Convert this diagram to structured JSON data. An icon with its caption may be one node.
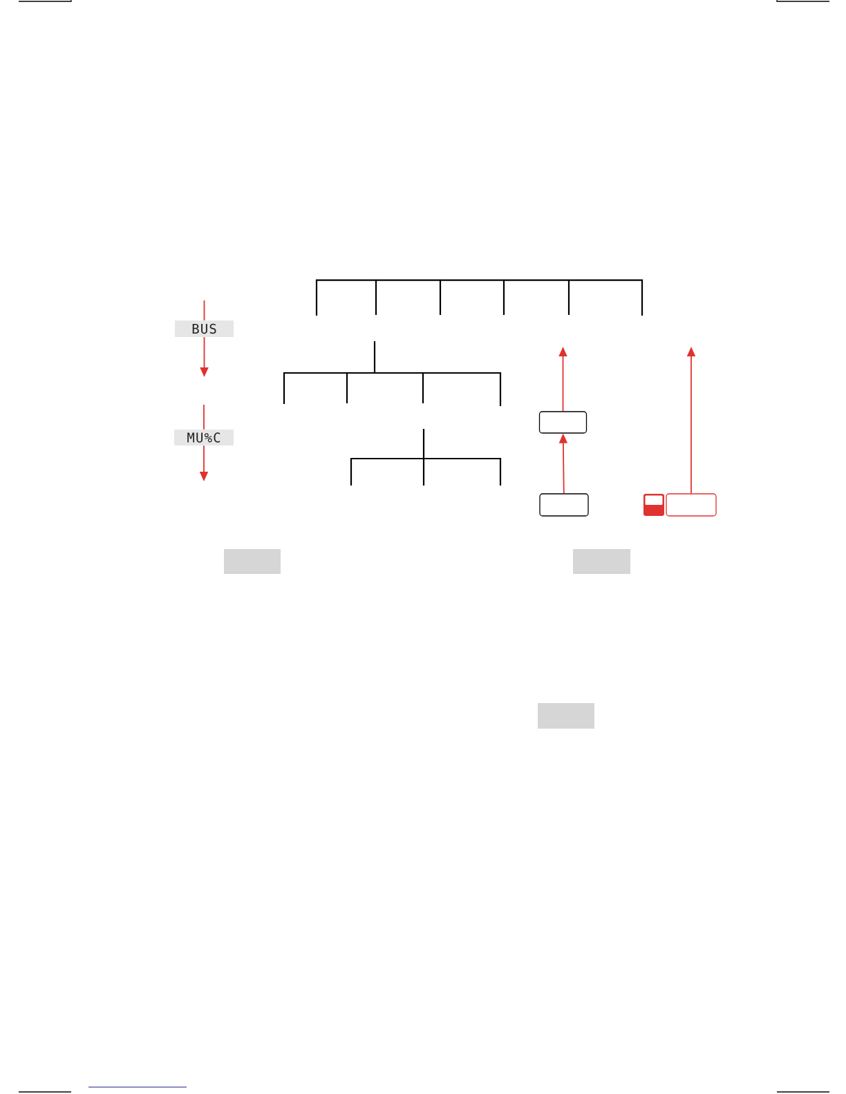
{
  "diagram": {
    "nodes": [
      {
        "text": [
          "BUS"
        ]
      },
      {
        "text": [
          "MU%C"
        ]
      },
      {
        "text": [],
        "shape": "box"
      },
      {
        "text": [],
        "shape": "box"
      },
      {
        "text": [],
        "shape": "box"
      },
      {
        "text": [],
        "shape": "box"
      },
      {
        "text": [],
        "shape": "box"
      },
      {
        "text": [],
        "shape": "box"
      }
    ],
    "edges": [
      {
        "from": null,
        "to": 0,
        "arrow": "none"
      },
      {
        "from": 0,
        "to": null,
        "arrow": "to"
      },
      {
        "from": null,
        "to": 1,
        "arrow": "none"
      },
      {
        "from": 1,
        "to": null,
        "arrow": "to"
      },
      {
        "from": 2,
        "to": null,
        "arrow": "to"
      },
      {
        "from": 3,
        "to": 2,
        "arrow": "to"
      },
      {
        "from": 4,
        "to": null,
        "arrow": "to"
      }
    ]
  }
}
